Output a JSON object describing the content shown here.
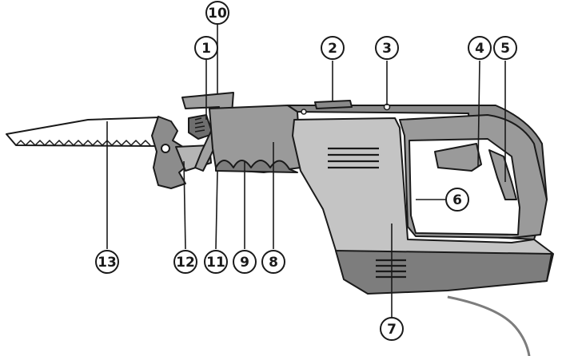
{
  "diagram": {
    "callouts": [
      {
        "id": "1",
        "label": "1"
      },
      {
        "id": "2",
        "label": "2"
      },
      {
        "id": "3",
        "label": "3"
      },
      {
        "id": "4",
        "label": "4"
      },
      {
        "id": "5",
        "label": "5"
      },
      {
        "id": "6",
        "label": "6"
      },
      {
        "id": "7",
        "label": "7"
      },
      {
        "id": "8",
        "label": "8"
      },
      {
        "id": "9",
        "label": "9"
      },
      {
        "id": "10",
        "label": "10"
      },
      {
        "id": "11",
        "label": "11"
      },
      {
        "id": "12",
        "label": "12"
      },
      {
        "id": "13",
        "label": "13"
      }
    ],
    "colors": {
      "outline": "#1a1a1a",
      "body_dark": "#7d7d7d",
      "body_mid": "#a9a9a9",
      "body_light": "#c9c9c9",
      "blade": "#ffffff"
    }
  }
}
